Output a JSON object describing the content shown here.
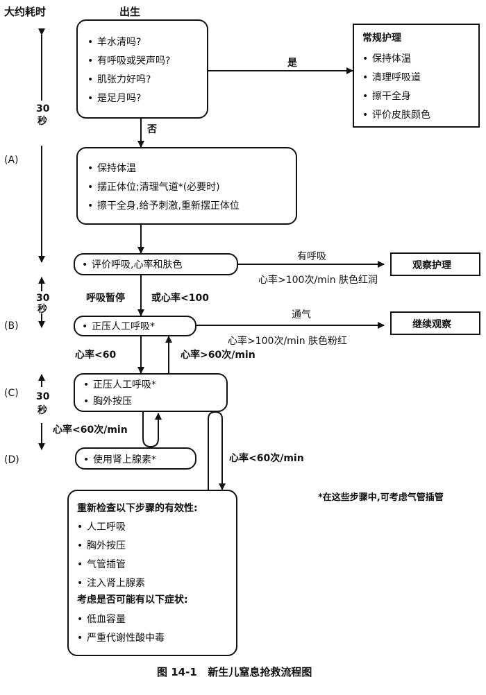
{
  "header": {
    "time_label": "大约耗时",
    "birth_label": "出生"
  },
  "timeline": {
    "seg1_label": "30\n秒",
    "seg2_label": "30\n秒",
    "seg3_label": "30\n秒",
    "stages": [
      "(A)",
      "(B)",
      "(C)",
      "(D)"
    ]
  },
  "boxes": {
    "assess": {
      "items": [
        "羊水清吗?",
        "有呼吸或哭声吗?",
        "肌张力好吗?",
        "是足月吗?"
      ]
    },
    "routine": {
      "title": "常规护理",
      "items": [
        "保持体温",
        "清理呼吸道",
        "擦干全身",
        "评价皮肤颜色"
      ]
    },
    "a": {
      "items": [
        "保持体温",
        "摆正体位;清理气道*(必要时)",
        "擦干全身,给予刺激,重新摆正体位"
      ]
    },
    "evaluate": {
      "text": "评价呼吸,心率和肤色"
    },
    "observe": {
      "text": "观察护理"
    },
    "ppv": {
      "text": "正压人工呼吸*"
    },
    "continue": {
      "text": "继续观察"
    },
    "c": {
      "items": [
        "正压人工呼吸*",
        "胸外按压"
      ]
    },
    "d": {
      "text": "使用肾上腺素*"
    },
    "final": {
      "title1": "重新检查以下步骤的有效性:",
      "list1": [
        "人工呼吸",
        "胸外按压",
        "气管插管",
        "注入肾上腺素"
      ],
      "title2": "考虑是否可能有以下症状:",
      "list2": [
        "低血容量",
        "严重代谢性酸中毒"
      ]
    }
  },
  "arrows": {
    "yes": "是",
    "no": "否",
    "breathing": "有呼吸",
    "hr_over100_pink": "心率>100次/min 肤色红润",
    "apnea": "呼吸暂停",
    "or_hr_lt100": "或心率<100",
    "ventilated": "通气",
    "hr_over100_pink2": "心率>100次/min 肤色粉红",
    "hr_lt60": "心率<60",
    "hr_gt60": "心率>60次/min",
    "hr_lt60_min_c": "心率<60次/min",
    "hr_lt60_min_d": "心率<60次/min"
  },
  "footnote": "*在这些步骤中,可考虑气管插管",
  "caption": "图 14-1   新生儿窒息抢救流程图"
}
